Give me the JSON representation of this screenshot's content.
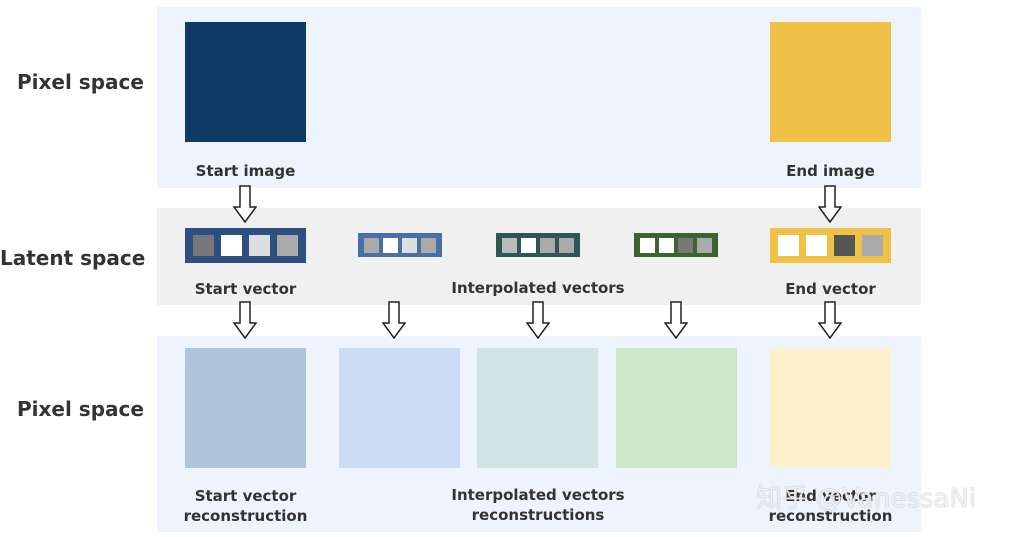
{
  "rows": {
    "top_label": "Pixel space",
    "mid_label": "Latent space",
    "bottom_label": "Pixel space"
  },
  "colors": {
    "pixel_band": "#edf4fd",
    "latent_band": "#f0f0f0",
    "start_image": "#0e3a66",
    "end_image": "#efc146"
  },
  "captions": {
    "start_image": "Start image",
    "end_image": "End image",
    "start_vector": "Start vector",
    "interpolated_vectors": "Interpolated vectors",
    "end_vector": "End vector",
    "start_reconstruction": "Start vector\nreconstruction",
    "interpolated_reconstructions": "Interpolated vectors\nreconstructions",
    "end_reconstruction": "End vector\nreconstruction"
  },
  "vectors": [
    {
      "name": "start-vector",
      "frame": "#2d5080",
      "cells": [
        "#777777",
        "#ffffff",
        "#dddddd",
        "#aaaaaa"
      ]
    },
    {
      "name": "interpolated-vector-1",
      "frame": "#4a6fa5",
      "cells": [
        "#aaaaaa",
        "#ffffff",
        "#dddddd",
        "#aaaaaa"
      ]
    },
    {
      "name": "interpolated-vector-2",
      "frame": "#2e5656",
      "cells": [
        "#bbbbbb",
        "#ffffff",
        "#aaaaaa",
        "#aaaaaa"
      ]
    },
    {
      "name": "interpolated-vector-3",
      "frame": "#3d6430",
      "cells": [
        "#ffffff",
        "#ffffff",
        "#777777",
        "#aaaaaa"
      ]
    },
    {
      "name": "end-vector",
      "frame": "#efc146",
      "cells": [
        "#ffffff",
        "#ffffff",
        "#555555",
        "#aaaaaa"
      ]
    }
  ],
  "reconstructions": [
    {
      "name": "start-reconstruction",
      "color": "#b1c4dd"
    },
    {
      "name": "interpolated-reconstruction-1",
      "color": "#cbdbf5"
    },
    {
      "name": "interpolated-reconstruction-2",
      "color": "#d1e3e2"
    },
    {
      "name": "interpolated-reconstruction-3",
      "color": "#cde7cb"
    },
    {
      "name": "end-reconstruction",
      "color": "#fdf0cc"
    }
  ],
  "watermark": "知乎 @VanessaNi"
}
